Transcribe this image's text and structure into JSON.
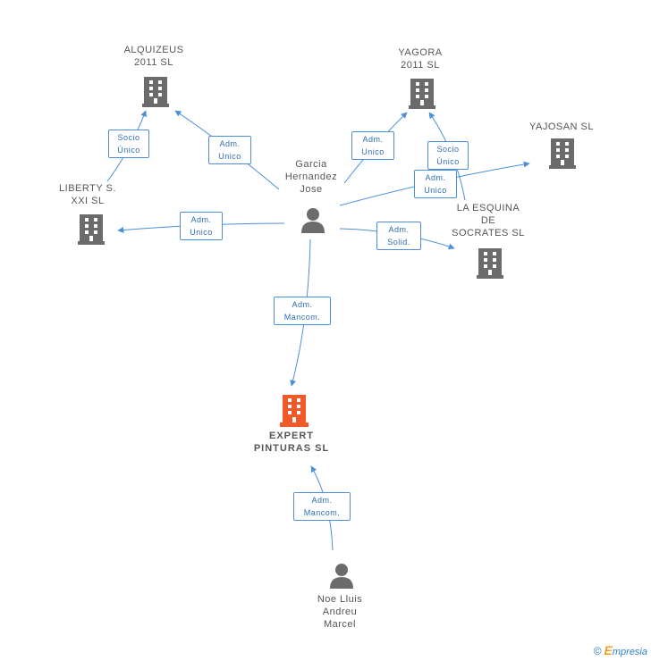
{
  "nodes": {
    "alquizeus": {
      "name": "ALQUIZEUS\n2011 SL"
    },
    "yagora": {
      "name": "YAGORA\n2011 SL"
    },
    "yajosan": {
      "name": "YAJOSAN SL"
    },
    "liberty": {
      "name": "LIBERTY S.\nXXI SL"
    },
    "esquina": {
      "name": "LA ESQUINA\nDE\nSOCRATES SL"
    },
    "garcia": {
      "name": "Garcia\nHernandez\nJose"
    },
    "expert": {
      "name": "EXPERT\nPINTURAS SL"
    },
    "noe": {
      "name": "Noe Lluis\nAndreu\nMarcel"
    }
  },
  "edges": {
    "socio_alquizeus": "Socio\nÚnico",
    "adm_alquizeus": "Adm.\nUnico",
    "adm_yagora": "Adm.\nUnico",
    "socio_yagora": "Socio\nÚnico",
    "adm_yajosan": "Adm.\nUnico",
    "adm_liberty": "Adm.\nUnico",
    "adm_esquina": "Adm.\nSolid.",
    "adm_expert_garcia": "Adm.\nMancom.",
    "adm_expert_noe": "Adm.\nMancom."
  },
  "colors": {
    "company": "#6b6b6b",
    "focus_company": "#f05a28",
    "person": "#6b6b6b",
    "edge": "#4a90d9"
  },
  "footer": {
    "copyright": "©",
    "brand_initial": "E",
    "brand_rest": "mpresia"
  }
}
